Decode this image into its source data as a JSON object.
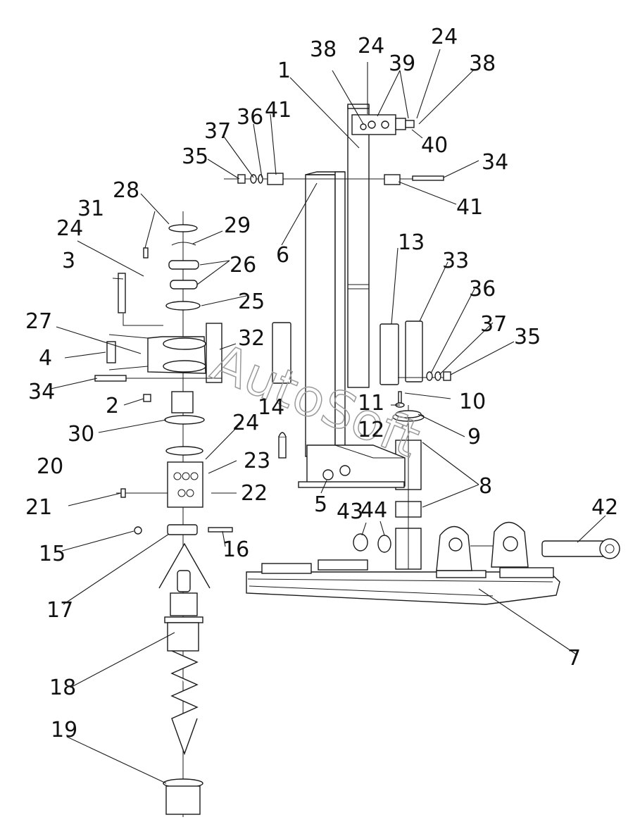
{
  "diagram": {
    "watermark": "AutoSoft",
    "callouts": {
      "c1": "1",
      "c2": "2",
      "c3": "3",
      "c4": "4",
      "c5": "5",
      "c6": "6",
      "c7": "7",
      "c8": "8",
      "c9": "9",
      "c10": "10",
      "c11": "11",
      "c12": "12",
      "c13": "13",
      "c14": "14",
      "c15": "15",
      "c16": "16",
      "c17": "17",
      "c18": "18",
      "c19": "19",
      "c20": "20",
      "c21": "21",
      "c22": "22",
      "c23": "23",
      "c24a": "24",
      "c24b": "24",
      "c24c": "24",
      "c24d": "24",
      "c25": "25",
      "c26": "26",
      "c27": "27",
      "c28": "28",
      "c29": "29",
      "c30": "30",
      "c31": "31",
      "c32": "32",
      "c33": "33",
      "c34a": "34",
      "c34b": "34",
      "c35a": "35",
      "c35b": "35",
      "c36a": "36",
      "c36b": "36",
      "c37a": "37",
      "c37b": "37",
      "c38a": "38",
      "c38b": "38",
      "c39": "39",
      "c40": "40",
      "c41a": "41",
      "c41b": "41",
      "c42": "42",
      "c43": "43",
      "c44": "44"
    }
  }
}
